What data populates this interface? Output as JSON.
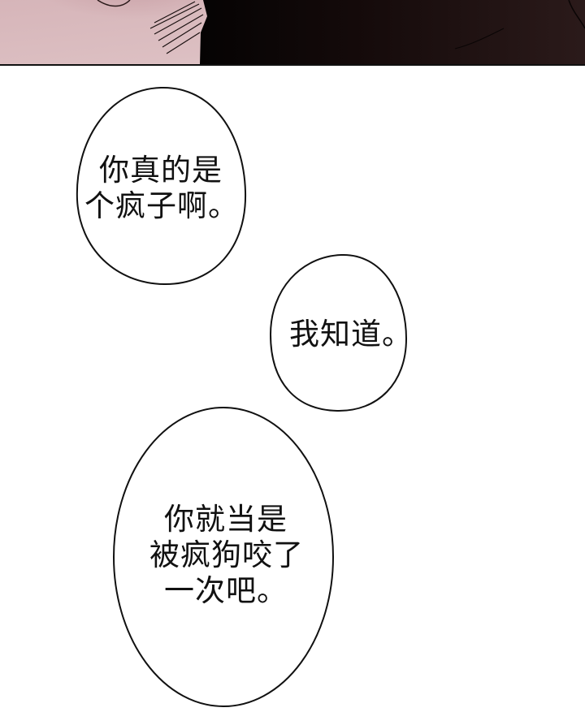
{
  "panels": {
    "top_panel": {
      "description": "Close-up of pale pink skin/face edge against a dark shadowed background",
      "colors": {
        "skin": "#d8b9bd",
        "skin_shadow": "#c9a3a9",
        "dark": "#1e1112",
        "border": "#111111"
      }
    }
  },
  "bubbles": [
    {
      "lines": [
        "你真的是",
        "个疯子啊。"
      ]
    },
    {
      "lines": [
        "我知道。"
      ]
    },
    {
      "lines": [
        "你就当是",
        "被疯狗咬了",
        "一次吧。"
      ]
    }
  ]
}
